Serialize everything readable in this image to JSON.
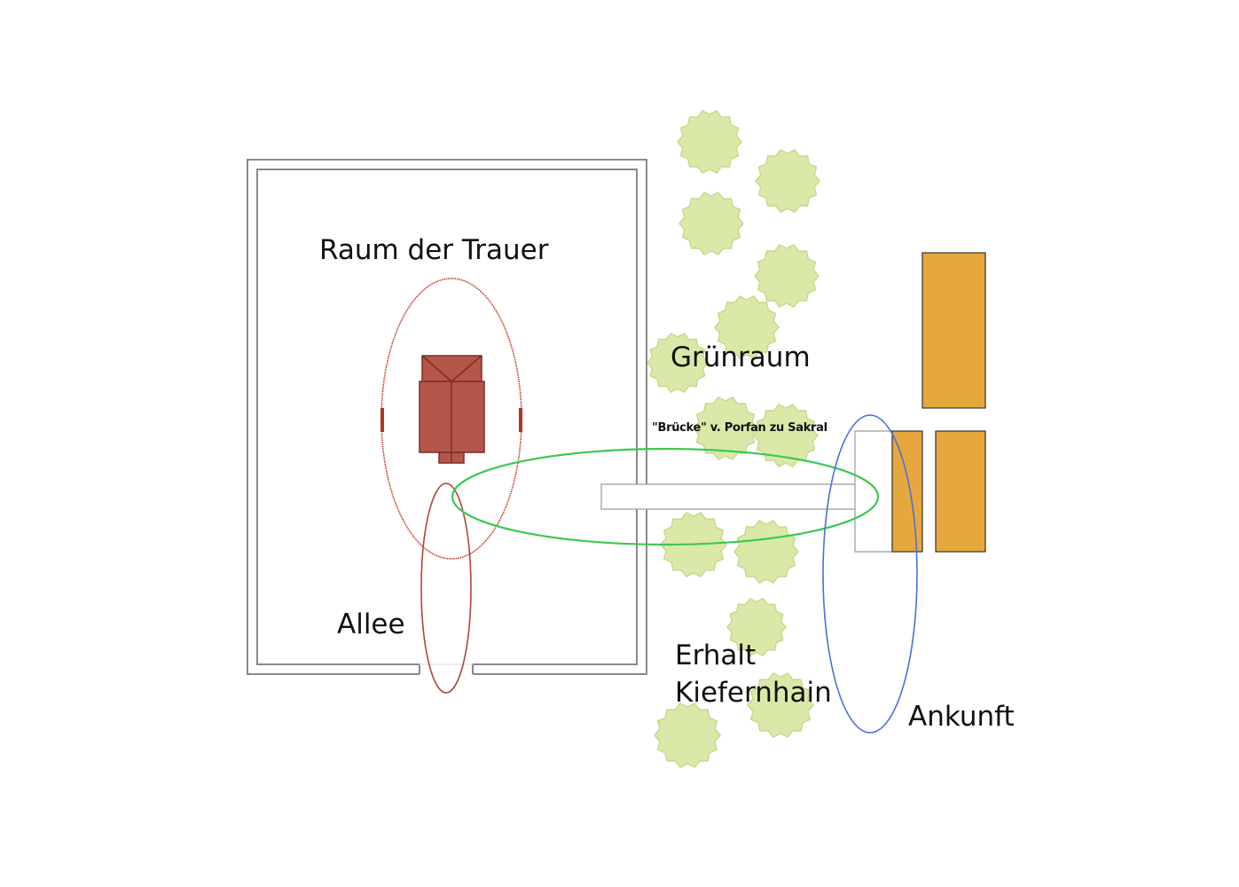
{
  "labels": {
    "raum_der_trauer": "Raum der Trauer",
    "gruenraum": "Grünraum",
    "bruecke": "\"Brücke\" v. Porfan zu Sakral",
    "allee": "Allee",
    "erhalt": "Erhalt",
    "kiefernhain": "Kiefernhain",
    "ankunft": "Ankunft"
  },
  "colors": {
    "wall": "#8a8a8a",
    "chapel": "#b5564a",
    "trauer_ellipse": "#c0392b",
    "allee_ellipse": "#b0453a",
    "bruecke_ellipse": "#3cc852",
    "ankunft_ellipse": "#4a6fdc",
    "tree_fill": "#dbe9a8",
    "tree_stroke": "#c7d98e",
    "building_orange": "#e6a83c"
  },
  "icons": {
    "tree": "tree-icon",
    "chapel": "chapel-icon"
  }
}
